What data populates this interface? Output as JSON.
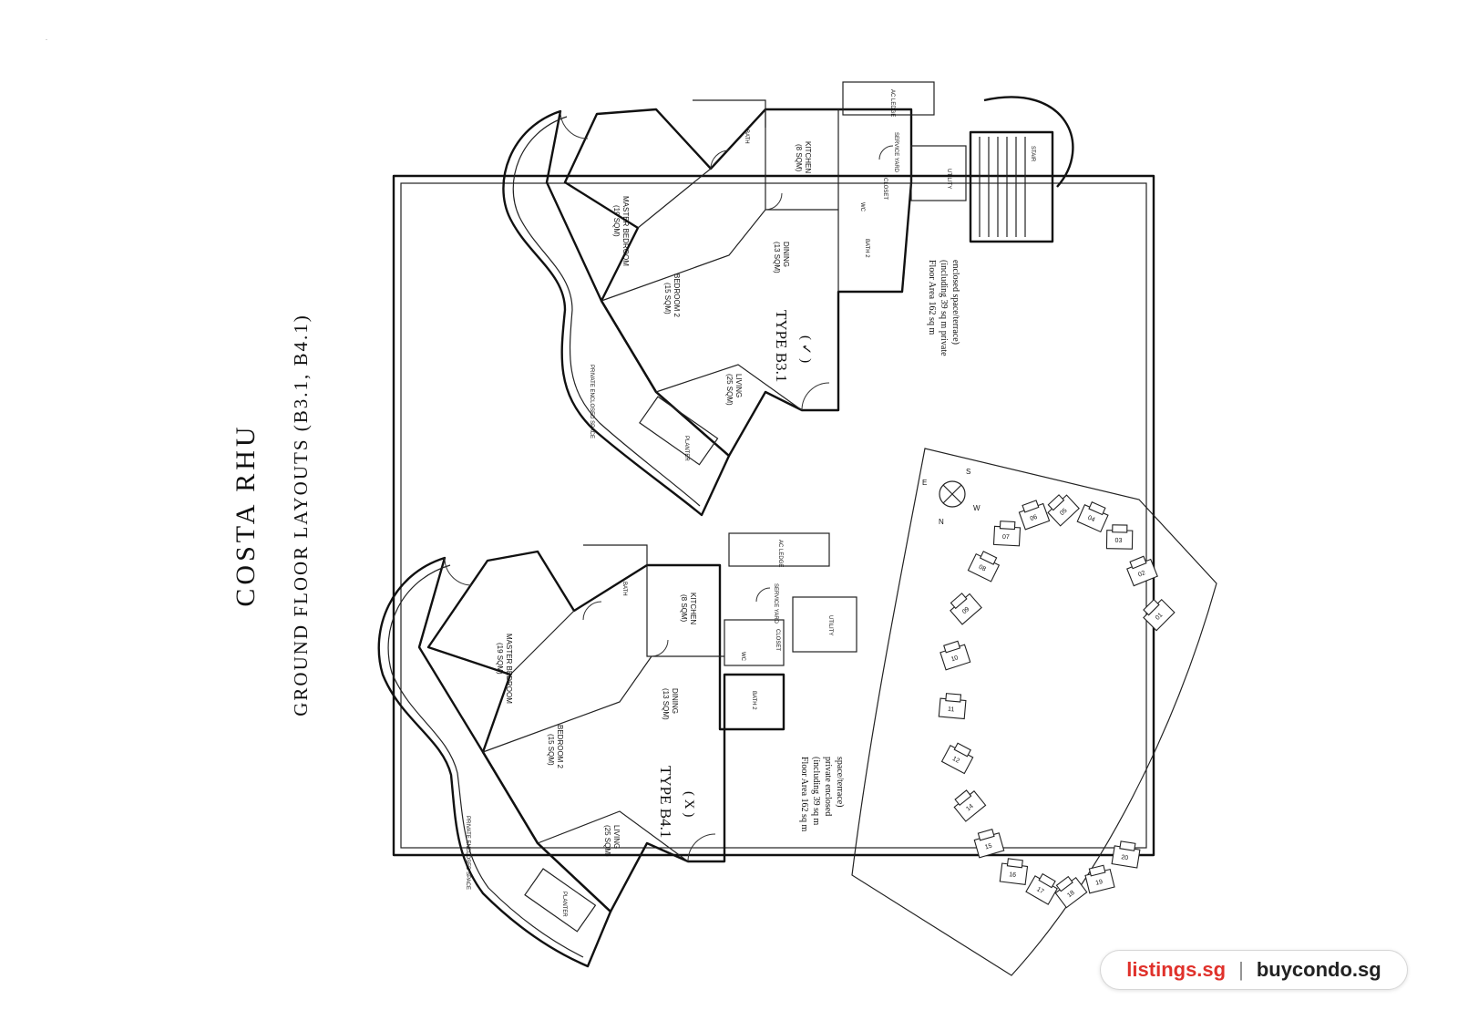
{
  "document": {
    "title": "COSTA RHU",
    "subtitle": "GROUND FLOOR LAYOUTS (B3.1, B4.1)"
  },
  "plans": [
    {
      "type": "TYPE B3.1",
      "mark": "( ✓ )",
      "rooms": {
        "master": "MASTER BEDROOM",
        "master_area": "(19 SQM)",
        "bedroom2": "BEDROOM 2",
        "bedroom2_area": "(15 SQM)",
        "living": "LIVING",
        "living_area": "(25 SQM)",
        "dining": "DINING",
        "dining_area": "(13 SQM)",
        "kitchen": "KITCHEN",
        "kitchen_area": "(8 SQM)",
        "bath": "BATH",
        "bath2": "BATH 2",
        "service_yard": "SERVICE YARD",
        "closet": "CLOSET",
        "wc": "WC",
        "ac_ledge": "AC LEDGE",
        "utility": "UTILITY",
        "stair": "STAIR",
        "planter": "PLANTER",
        "pes": "PRIVATE ENCLOSED SPACE"
      },
      "area_lines": [
        "Floor Area 162 sq m",
        "(including 39 sq m private",
        "enclosed space/terrace)"
      ]
    },
    {
      "type": "TYPE B4.1",
      "mark": "( X )",
      "rooms": {
        "master": "MASTER BEDROOM",
        "master_area": "(19 SQM)",
        "bedroom2": "BEDROOM 2",
        "bedroom2_area": "(15 SQM)",
        "living": "LIVING",
        "living_area": "(25 SQM)",
        "dining": "DINING",
        "dining_area": "(13 SQM)",
        "kitchen": "KITCHEN",
        "kitchen_area": "(8 SQM)",
        "bath": "BATH",
        "bath2": "BATH 2",
        "service_yard": "SERVICE YARD",
        "closet": "CLOSET",
        "wc": "WC",
        "ac_ledge": "AC LEDGE",
        "utility": "UTILITY",
        "planter": "PLANTER",
        "pes": "PRIVATE ENCLOSED SPACE"
      },
      "area_lines": [
        "Floor Area 162 sq m",
        "(including 39 sq m",
        "private enclosed",
        "space/terrace)"
      ]
    }
  ],
  "compass": {
    "n": "N",
    "e": "E",
    "s": "S",
    "w": "W"
  },
  "site_blocks": [
    "01",
    "02",
    "03",
    "04",
    "05",
    "06",
    "07",
    "08",
    "09",
    "10",
    "11",
    "12",
    "14",
    "15",
    "16",
    "17",
    "18",
    "19",
    "20"
  ],
  "watermark": {
    "site_a": "listings.sg",
    "separator": "|",
    "site_b": "buycondo.sg"
  }
}
